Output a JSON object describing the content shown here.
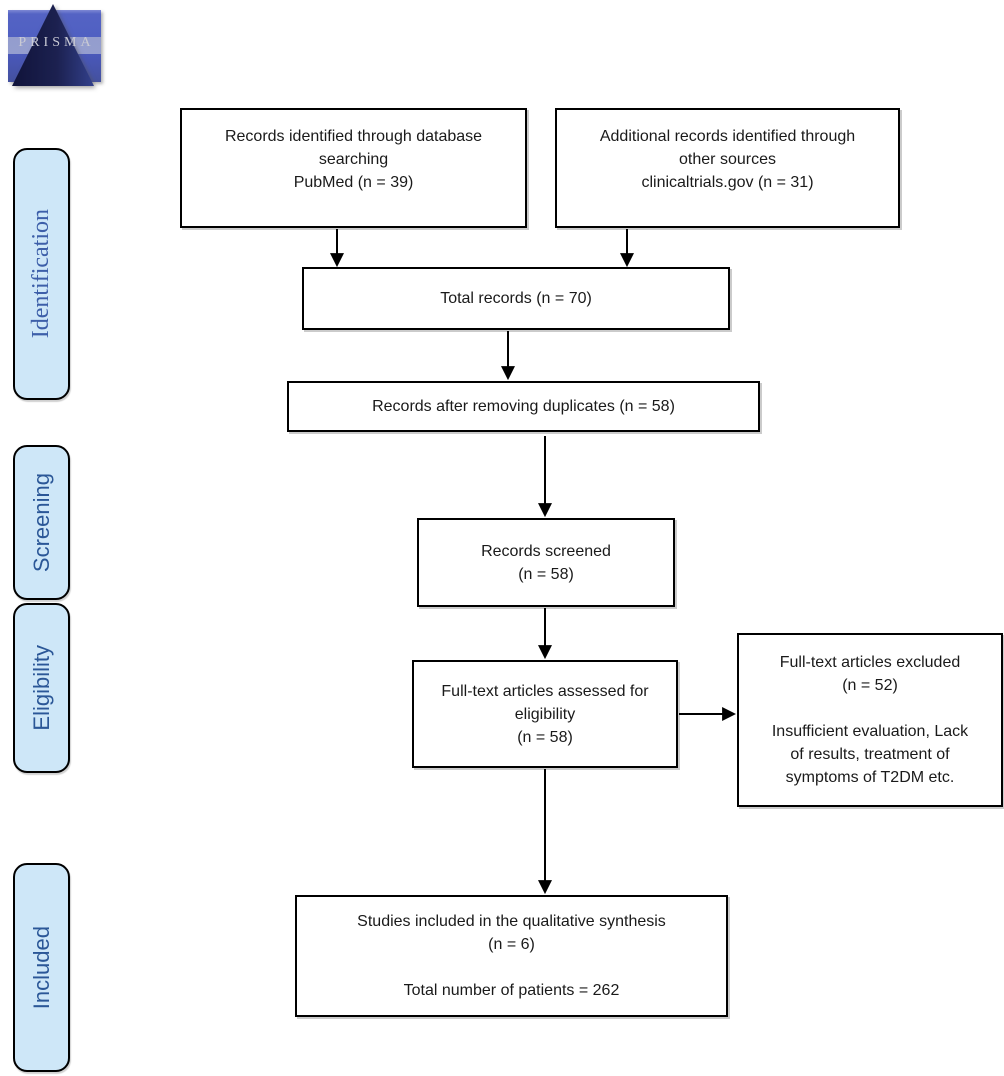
{
  "logo": {
    "text": "PRISMA"
  },
  "sidebar": {
    "stages": [
      {
        "label": "Identification"
      },
      {
        "label": "Screening"
      },
      {
        "label": "Eligibility"
      },
      {
        "label": "Included"
      }
    ]
  },
  "flow": {
    "db_search": {
      "lines": [
        "Records identified through database",
        "searching",
        "PubMed (n = 39)"
      ]
    },
    "other_sources": {
      "lines": [
        "Additional records identified through",
        "other sources",
        "clinicaltrials.gov (n = 31)"
      ]
    },
    "total": {
      "lines": [
        "Total records (n = 70)"
      ]
    },
    "dedup": {
      "lines": [
        "Records after removing duplicates (n = 58)"
      ]
    },
    "screened": {
      "lines": [
        "Records screened",
        "(n = 58)"
      ]
    },
    "eligibility": {
      "lines": [
        "Full-text articles assessed for",
        "eligibility",
        "(n = 58)"
      ]
    },
    "excluded": {
      "lines": [
        "Full-text articles excluded",
        "(n = 52)",
        "",
        "Insufficient evaluation, Lack",
        "of results, treatment of",
        "symptoms of T2DM etc."
      ]
    },
    "included": {
      "lines": [
        "Studies included in the qualitative synthesis",
        "(n = 6)",
        "",
        "Total number of patients = 262"
      ]
    }
  },
  "colors": {
    "sidebar_fill": "#cee7f8",
    "sidebar_border": "#000000",
    "identification_text": "#3d5fa9",
    "stage_text": "#2b5797",
    "box_border": "#000000",
    "logo_blue": "#5060c2",
    "logo_band": "#959ecf",
    "logo_triangle_dark": "#161a45"
  }
}
